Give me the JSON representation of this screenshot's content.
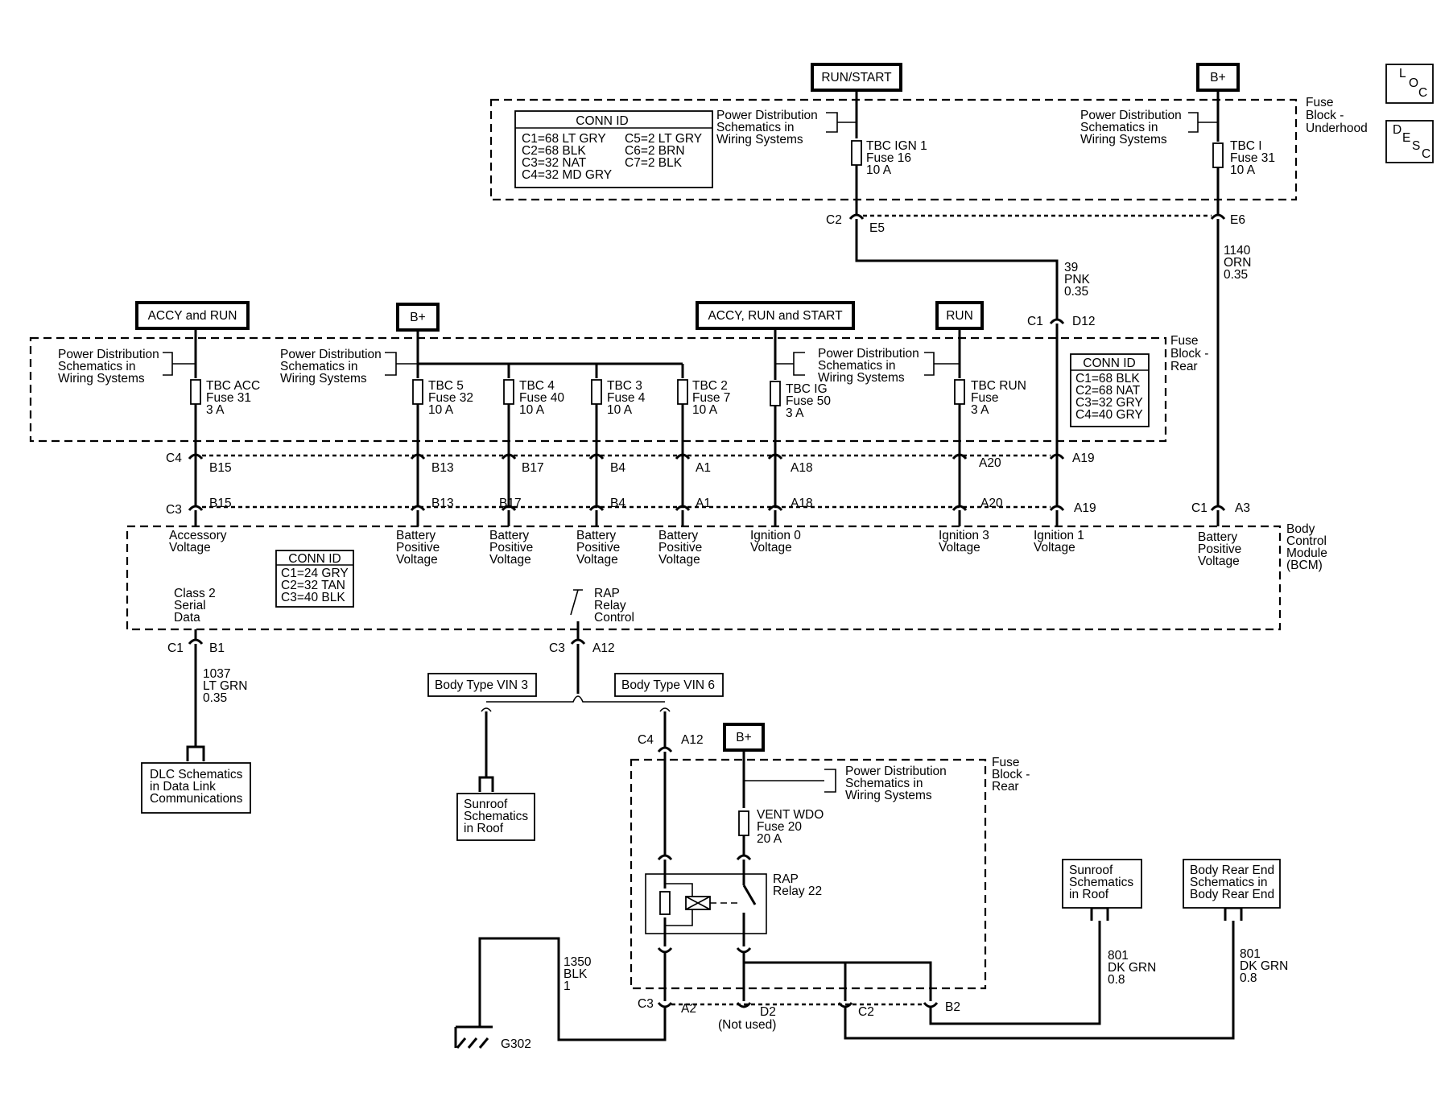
{
  "corner_buttons": {
    "loc": [
      "L",
      "O",
      "C"
    ],
    "desc": [
      "D",
      "E",
      "S",
      "C"
    ]
  },
  "sources": {
    "run_start": "RUN/START",
    "b_plus_top": "B+",
    "accy_and_run": "ACCY and RUN",
    "b_plus_mid": "B+",
    "accy_run_start": "ACCY, RUN and START",
    "run": "RUN",
    "b_plus_low": "B+"
  },
  "fuse_block_underhood": {
    "label": [
      "Fuse",
      "Block -",
      "Underhood"
    ],
    "conn_id": {
      "title": "CONN ID",
      "left": [
        "C1=68 LT GRY",
        "C2=68 BLK",
        "C3=32 NAT",
        "C4=32 MD GRY"
      ],
      "right": [
        "C5=2 LT GRY",
        "C6=2 BRN",
        "C7=2 BLK"
      ]
    },
    "pd_ref_1": [
      "Power Distribution",
      "Schematics in",
      "Wiring Systems"
    ],
    "pd_ref_2": [
      "Power Distribution",
      "Schematics in",
      "Wiring Systems"
    ],
    "fuse_ign": [
      "TBC IGN 1",
      "Fuse 16",
      "10 A"
    ],
    "fuse_i": [
      "TBC I",
      "Fuse 31",
      "10 A"
    ],
    "c2": "C2",
    "e5": "E5",
    "e6": "E6"
  },
  "wires": {
    "pnk": [
      "39",
      "PNK",
      "0.35"
    ],
    "orn": [
      "1140",
      "ORN",
      "0.35"
    ],
    "ltgrn": [
      "1037",
      "LT GRN",
      "0.35"
    ],
    "blk": [
      "1350",
      "BLK",
      "1"
    ],
    "dkgrn_1": [
      "801",
      "DK GRN",
      "0.8"
    ],
    "dkgrn_2": [
      "801",
      "DK GRN",
      "0.8"
    ]
  },
  "fuse_block_rear": {
    "label": [
      "Fuse",
      "Block -",
      "Rear"
    ],
    "conn_id": {
      "title": "CONN ID",
      "rows": [
        "C1=68 BLK",
        "C2=68 NAT",
        "C3=32 GRY",
        "C4=40 GRY"
      ]
    },
    "pd_ref_1": [
      "Power Distribution",
      "Schematics in",
      "Wiring Systems"
    ],
    "pd_ref_2": [
      "Power Distribution",
      "Schematics in",
      "Wiring Systems"
    ],
    "pd_ref_3": [
      "Power Distribution",
      "Schematics in",
      "Wiring Systems"
    ],
    "fuses": [
      [
        "TBC ACC",
        "Fuse 31",
        "3 A"
      ],
      [
        "TBC 5",
        "Fuse 32",
        "10 A"
      ],
      [
        "TBC 4",
        "Fuse 40",
        "10 A"
      ],
      [
        "TBC 3",
        "Fuse 4",
        "10 A"
      ],
      [
        "TBC 2",
        "Fuse 7",
        "10 A"
      ],
      [
        "TBC IG",
        "Fuse 50",
        "3 A"
      ],
      [
        "TBC RUN",
        "Fuse",
        "3 A"
      ]
    ],
    "c1_label": "C1",
    "d12": "D12"
  },
  "pins": {
    "c4": "C4",
    "c3": "C3",
    "row_c4": [
      "B15",
      "B13",
      "B17",
      "B4",
      "A1",
      "A18",
      "A20",
      "A19"
    ],
    "row_c3": [
      "B15",
      "B13",
      "B17",
      "B4",
      "A1",
      "A18",
      "A20",
      "A19"
    ],
    "c1_a3": [
      "C1",
      "A3"
    ]
  },
  "bcm": {
    "label": [
      "Body",
      "Control",
      "Module",
      "(BCM)"
    ],
    "conn_id": {
      "title": "CONN ID",
      "rows": [
        "C1=24 GRY",
        "C2=32 TAN",
        "C3=40 BLK"
      ]
    },
    "inputs": [
      [
        "Accessory",
        "Voltage"
      ],
      [
        "Battery",
        "Positive",
        "Voltage"
      ],
      [
        "Battery",
        "Positive",
        "Voltage"
      ],
      [
        "Battery",
        "Positive",
        "Voltage"
      ],
      [
        "Battery",
        "Positive",
        "Voltage"
      ],
      [
        "Ignition 0",
        "Voltage"
      ],
      [
        "Ignition 3",
        "Voltage"
      ],
      [
        "Ignition 1",
        "Voltage"
      ],
      [
        "Battery",
        "Positive",
        "Voltage"
      ]
    ],
    "serial": [
      "Class 2",
      "Serial",
      "Data"
    ],
    "rap_control": [
      "RAP",
      "Relay",
      "Control"
    ],
    "c1": "C1",
    "b1": "B1",
    "c3": "C3",
    "a12": "A12"
  },
  "body_type": {
    "vin3": "Body Type VIN 3",
    "vin6": "Body Type VIN 6"
  },
  "refs": {
    "dlc": [
      "DLC Schematics",
      "in Data Link",
      "Communications"
    ],
    "sunroof_left": [
      "Sunroof",
      "Schematics",
      "in Roof"
    ],
    "sunroof_right": [
      "Sunroof",
      "Schematics",
      "in Roof"
    ],
    "body_rear": [
      "Body Rear End",
      "Schematics in",
      "Body Rear End"
    ]
  },
  "rear_block_2": {
    "label": [
      "Fuse",
      "Block -",
      "Rear"
    ],
    "c4": "C4",
    "a12": "A12",
    "pd_ref": [
      "Power Distribution",
      "Schematics in",
      "Wiring Systems"
    ],
    "fuse": [
      "VENT WDO",
      "Fuse 20",
      "20 A"
    ],
    "relay": [
      "RAP",
      "Relay 22"
    ],
    "c3": "C3",
    "a2": "A2",
    "d2": "D2",
    "not_used": "(Not used)",
    "c2": "C2",
    "b2": "B2"
  },
  "ground": "G302"
}
